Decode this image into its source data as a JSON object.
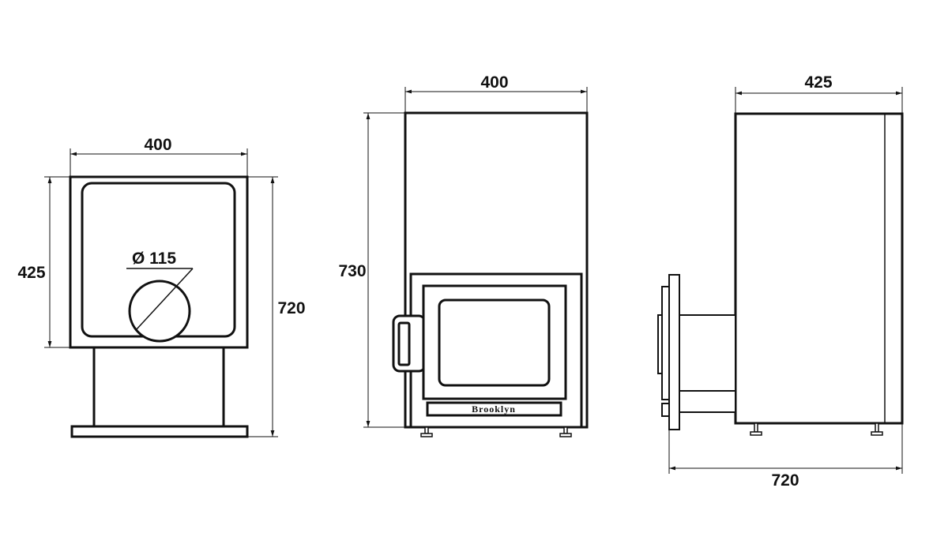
{
  "title": "Stove dimension drawing",
  "views": {
    "top": {
      "width": "400",
      "depth": "425",
      "height": "720",
      "flue_diameter": "Ø 115"
    },
    "front": {
      "width": "400",
      "height": "730",
      "nameplate": "Brooklyn"
    },
    "side": {
      "depth": "425",
      "total_depth": "720"
    }
  }
}
